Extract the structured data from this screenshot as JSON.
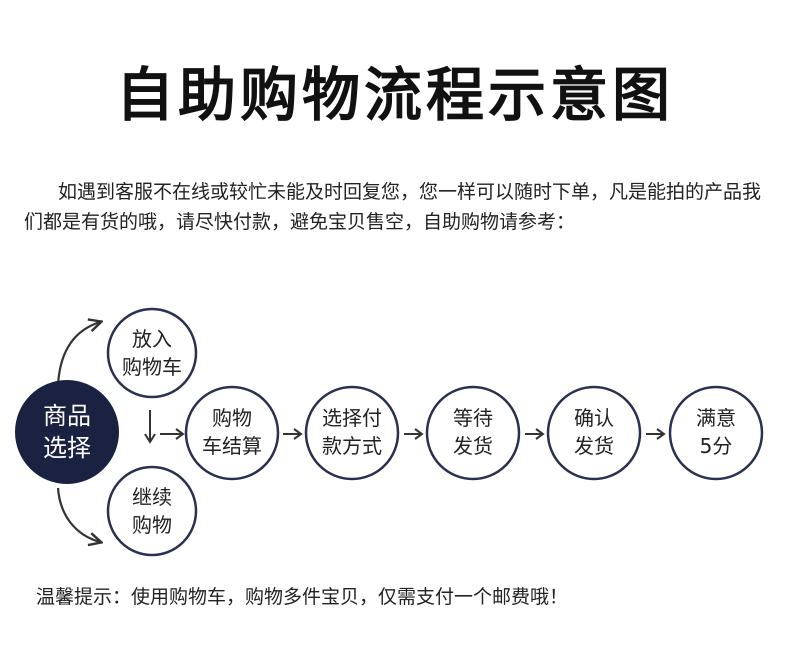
{
  "title": "自助购物流程示意图",
  "intro": "如遇到客服不在线或较忙未能及时回复您，您一样可以随时下单，凡是能拍的产品我们都是有货的哦，请尽快付款，避免宝贝售空，自助购物请参考：",
  "steps": {
    "start": [
      "商品",
      "选择"
    ],
    "cart": [
      "放入",
      "购物车"
    ],
    "continue": [
      "继续",
      "购物"
    ],
    "checkout": [
      "购物",
      "车结算"
    ],
    "payment": [
      "选择付",
      "款方式"
    ],
    "wait": [
      "等待",
      "发货"
    ],
    "confirm": [
      "确认",
      "发货"
    ],
    "rate": [
      "满意",
      "5分"
    ]
  },
  "colors": {
    "start_fill": "#1b2140",
    "node_stroke": "#2a3050",
    "arrow": "#333333"
  },
  "footer": "温馨提示：使用购物车，购物多件宝贝，仅需支付一个邮费哦！"
}
